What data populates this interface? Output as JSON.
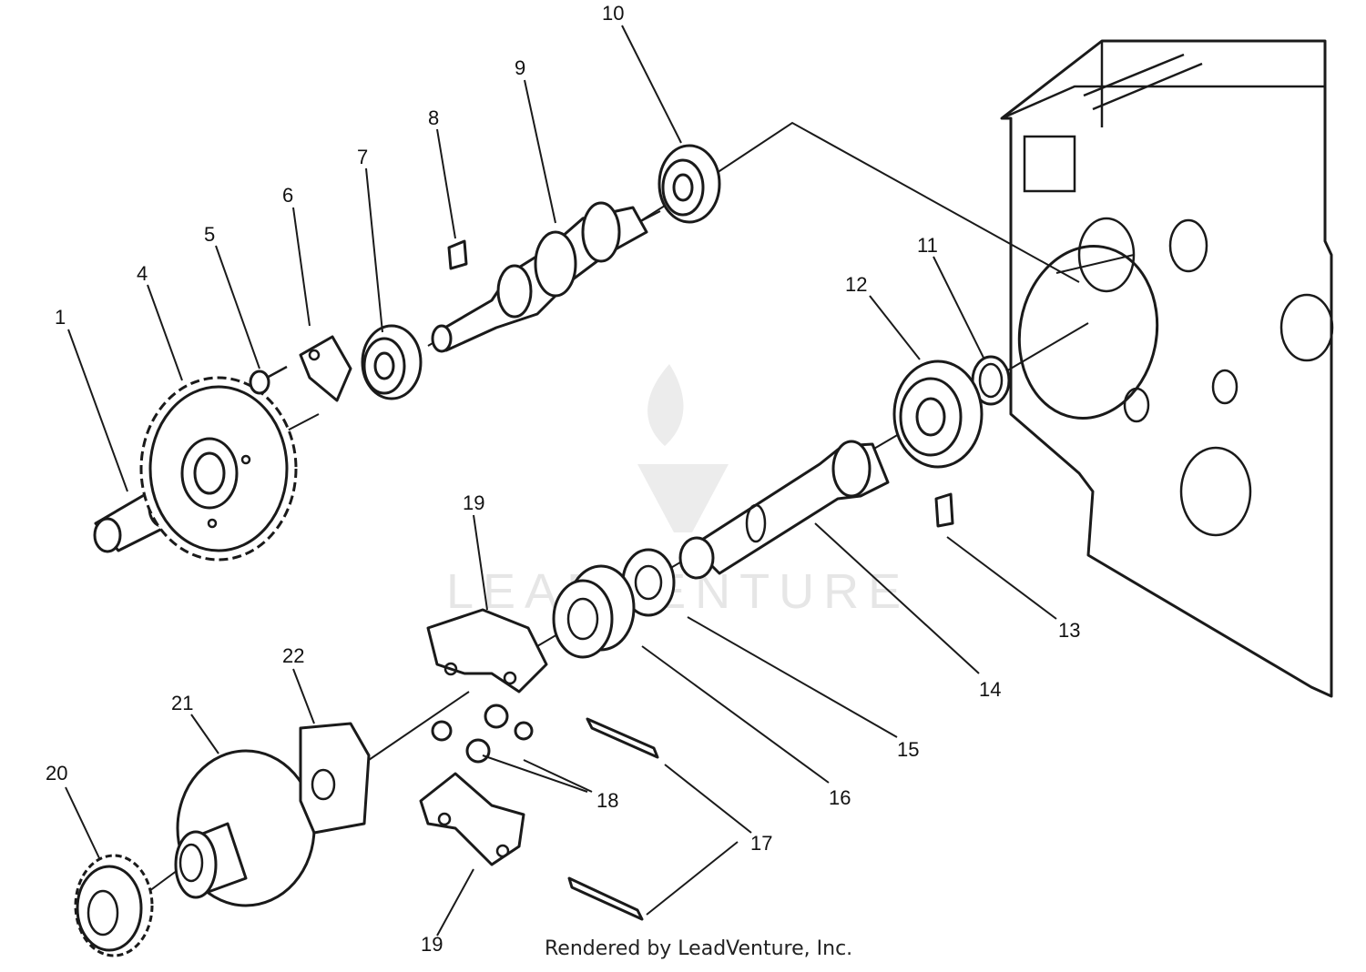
{
  "callouts": [
    {
      "id": "1",
      "label": "1"
    },
    {
      "id": "4",
      "label": "4"
    },
    {
      "id": "5",
      "label": "5"
    },
    {
      "id": "6",
      "label": "6"
    },
    {
      "id": "7",
      "label": "7"
    },
    {
      "id": "8",
      "label": "8"
    },
    {
      "id": "9",
      "label": "9"
    },
    {
      "id": "10",
      "label": "10"
    },
    {
      "id": "11",
      "label": "11"
    },
    {
      "id": "12",
      "label": "12"
    },
    {
      "id": "13",
      "label": "13"
    },
    {
      "id": "14",
      "label": "14"
    },
    {
      "id": "15",
      "label": "15"
    },
    {
      "id": "16",
      "label": "16"
    },
    {
      "id": "17",
      "label": "17"
    },
    {
      "id": "18",
      "label": "18"
    },
    {
      "id": "19a",
      "label": "19"
    },
    {
      "id": "19b",
      "label": "19"
    },
    {
      "id": "20",
      "label": "20"
    },
    {
      "id": "21",
      "label": "21"
    },
    {
      "id": "22",
      "label": "22"
    }
  ],
  "watermark": {
    "text": "LEADVENTURE"
  },
  "footer": {
    "credit": "Rendered by LeadVenture, Inc."
  },
  "colors": {
    "line": "#1a1a1a",
    "watermark": "#e6e6e6",
    "background": "#ffffff"
  }
}
